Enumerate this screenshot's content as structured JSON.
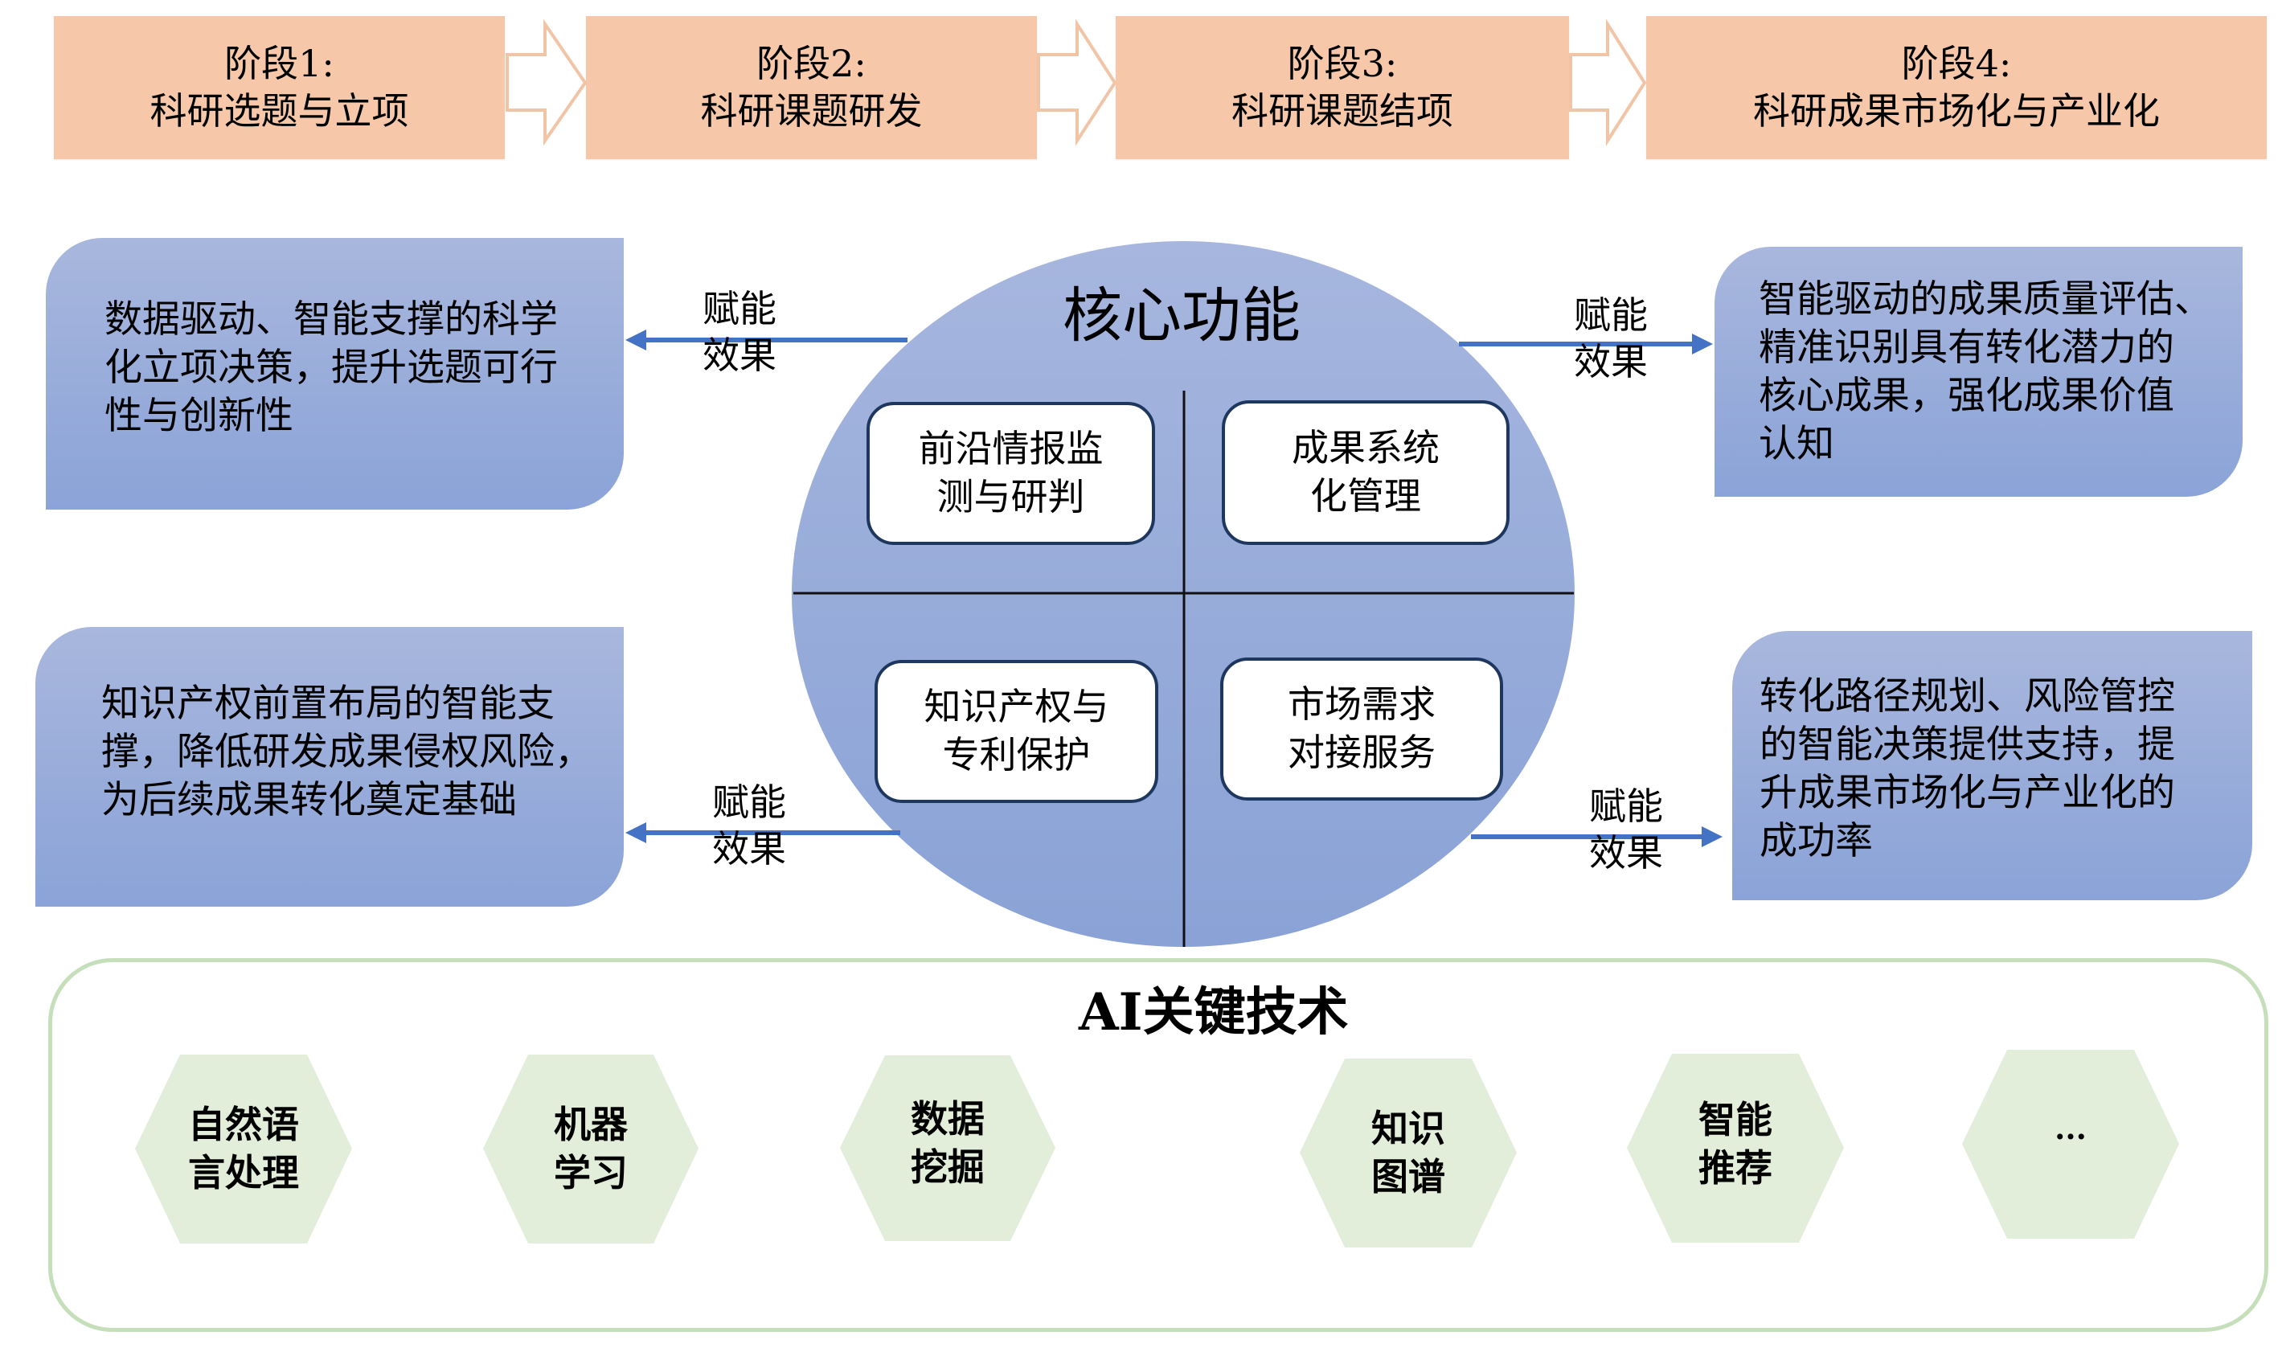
{
  "stages": [
    {
      "label": "阶段1:",
      "title": "科研选题与立项"
    },
    {
      "label": "阶段2:",
      "title": "科研课题研发"
    },
    {
      "label": "阶段3:",
      "title": "科研课题结项"
    },
    {
      "label": "阶段4:",
      "title": "科研成果市场化与产业化"
    }
  ],
  "core": {
    "title": "核心功能",
    "functions": [
      {
        "lines": [
          "前沿情报监",
          "测与研判"
        ]
      },
      {
        "lines": [
          "成果系统",
          "化管理"
        ]
      },
      {
        "lines": [
          "知识产权与",
          "专利保护"
        ]
      },
      {
        "lines": [
          "市场需求",
          "对接服务"
        ]
      }
    ]
  },
  "enable_label": [
    "赋能",
    "效果"
  ],
  "effects": [
    {
      "lines": [
        "数据驱动、智能支撑的科学",
        "化立项决策，提升选题可行",
        "性与创新性"
      ]
    },
    {
      "lines": [
        "智能驱动的成果质量评估、",
        "精准识别具有转化潜力的",
        "核心成果，强化成果价值",
        "认知"
      ]
    },
    {
      "lines": [
        "知识产权前置布局的智能支",
        "撑，降低研发成果侵权风险，",
        "为后续成果转化奠定基础"
      ]
    },
    {
      "lines": [
        "转化路径规划、风险管控",
        "的智能决策提供支持，提",
        "升成果市场化与产业化的",
        "成功率"
      ]
    }
  ],
  "ai": {
    "title": "AI关键技术",
    "technologies": [
      {
        "lines": [
          "自然语",
          "言处理"
        ]
      },
      {
        "lines": [
          "机器",
          "学习"
        ]
      },
      {
        "lines": [
          "数据",
          "挖掘"
        ]
      },
      {
        "lines": [
          "知识",
          "图谱"
        ]
      },
      {
        "lines": [
          "智能",
          "推荐"
        ]
      },
      {
        "lines": [
          "..."
        ]
      }
    ]
  },
  "colors": {
    "stage_fill": "#f6c8a9",
    "stage_arrow_stroke": "#f2c4a6",
    "effect_fill_top": "#a8b7dd",
    "effect_fill_bottom": "#8ba3d8",
    "core_fill_top": "#a6b6de",
    "core_fill_bottom": "#8aa2d6",
    "core_box_border": "#1e375e",
    "arrow": "#4472c4",
    "hex_fill": "#e2eed9",
    "ai_border": "#c5dfbb"
  }
}
